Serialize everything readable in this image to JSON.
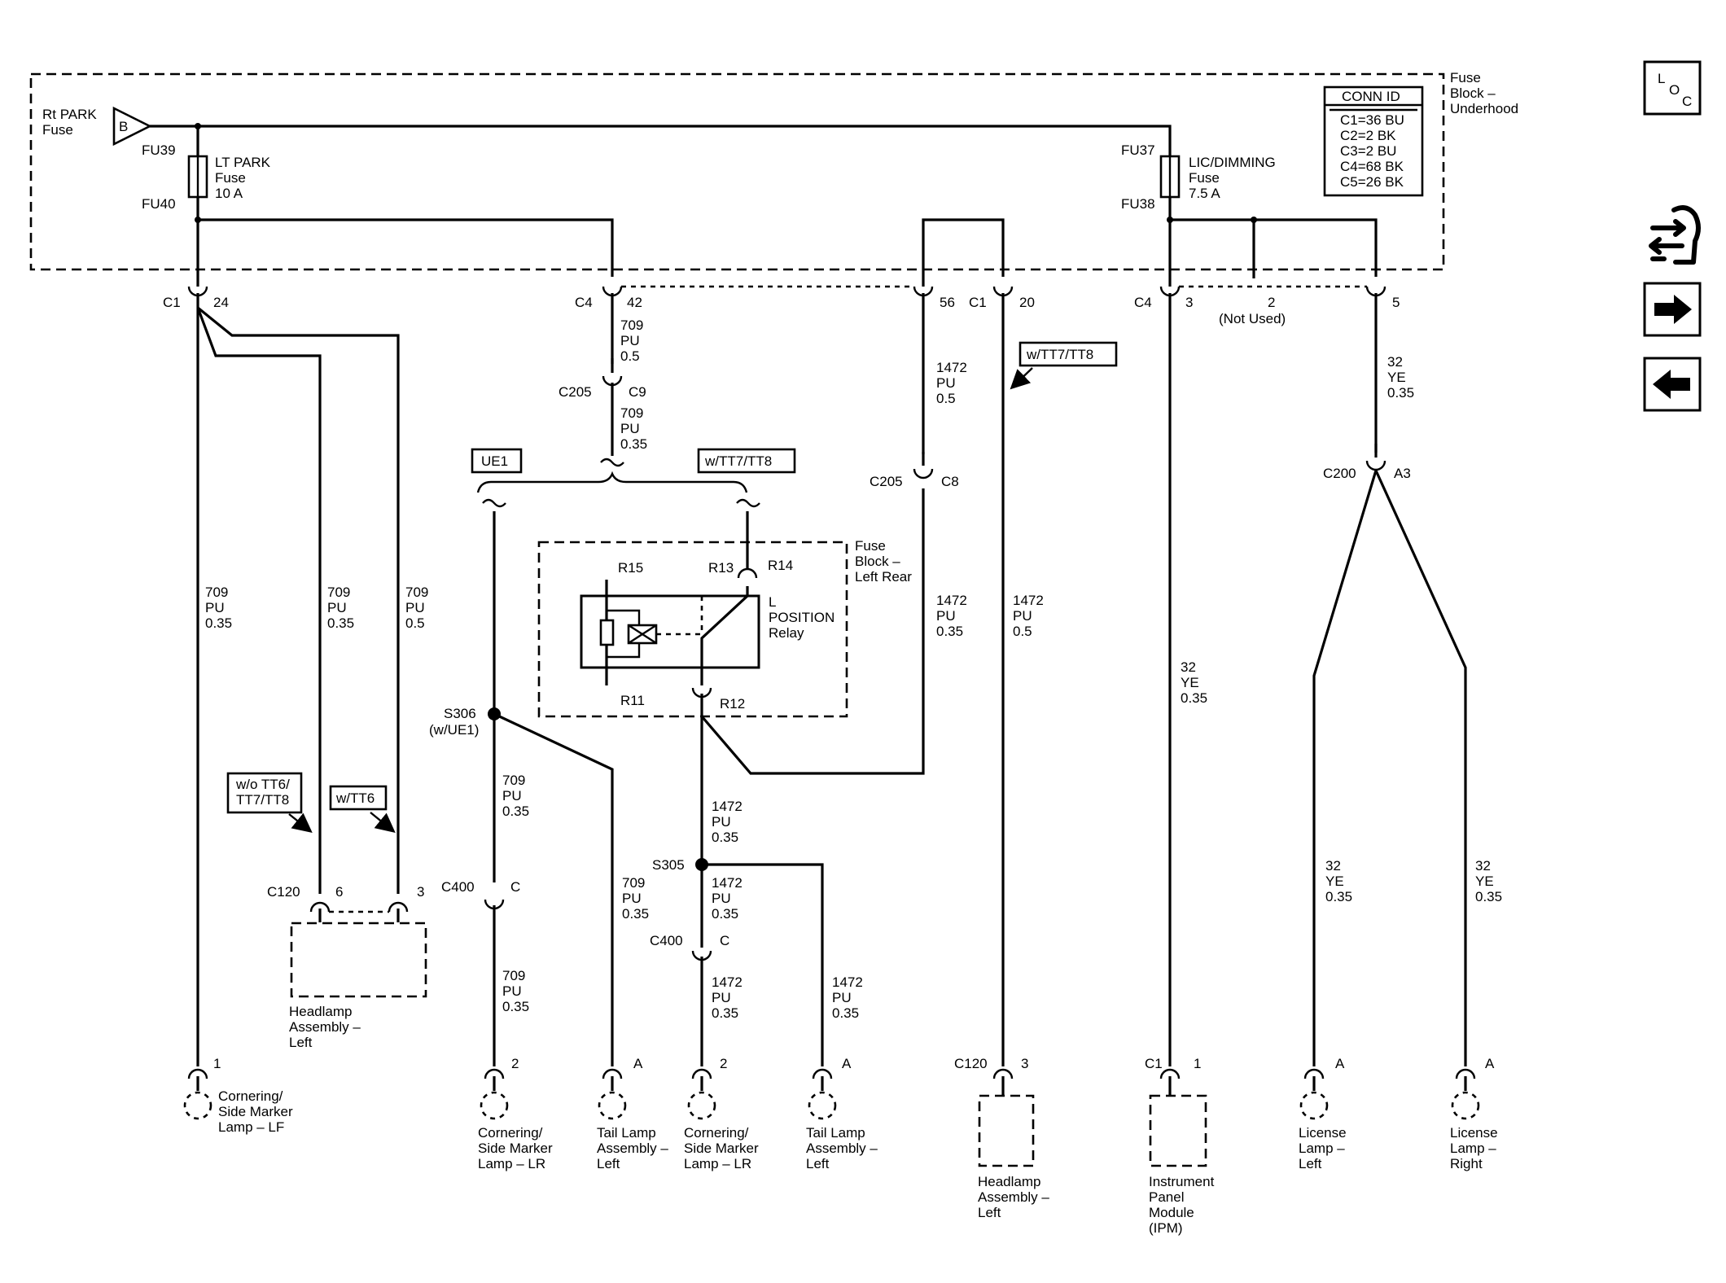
{
  "fuse_block_underhood": {
    "title_line1": "Fuse",
    "title_line2": "Block –",
    "title_line3": "Underhood"
  },
  "conn_id": {
    "header": "CONN ID",
    "rows": [
      "C1=36 BU",
      "C2=2 BK",
      "C3=2 BU",
      "C4=68 BK",
      "C5=26 BK"
    ]
  },
  "rt_park": {
    "line1": "Rt PARK",
    "line2": "Fuse",
    "marker": "B"
  },
  "lt_park_fuse": {
    "top_ref": "FU39",
    "bottom_ref": "FU40",
    "name": "LT PARK",
    "kind": "Fuse",
    "rating": "10 A"
  },
  "lic_dimming_fuse": {
    "top_ref": "FU37",
    "bottom_ref": "FU38",
    "name": "LIC/DIMMING",
    "kind": "Fuse",
    "rating": "7.5 A"
  },
  "connectors_top": {
    "c1_24": {
      "conn": "C1",
      "pin": "24"
    },
    "c4_42": {
      "conn": "C4",
      "pin": "42"
    },
    "c4_56": {
      "pin": "56"
    },
    "c1_20": {
      "conn": "C1",
      "pin": "20"
    },
    "c4_3": {
      "conn": "C4",
      "pin": "3"
    },
    "c4_2": {
      "pin": "2",
      "note": "(Not Used)"
    },
    "c4_5": {
      "pin": "5"
    }
  },
  "c205": {
    "conn": "C205",
    "pin_c9": "C9",
    "pin_c8": "C8"
  },
  "c200": {
    "conn": "C200",
    "pin": "A3"
  },
  "option_tags": {
    "ue1": "UE1",
    "tt7_tt8_a": "w/TT7/TT8",
    "tt7_tt8_b": "w/TT7/TT8",
    "wo_tt6_line1": "w/o TT6/",
    "wo_tt6_line2": "TT7/TT8",
    "w_tt6": "w/TT6"
  },
  "fuse_block_left_rear": {
    "line1": "Fuse",
    "line2": "Block –",
    "line3": "Left Rear"
  },
  "relay": {
    "line1": "L",
    "line2": "POSITION",
    "line3": "Relay",
    "r15": "R15",
    "r13": "R13",
    "r14": "R14",
    "r11": "R11",
    "r12": "R12"
  },
  "splices": {
    "s306": "S306",
    "s306_note": "(w/UE1)",
    "s305": "S305"
  },
  "c400": {
    "a_conn": "C400",
    "a_pin": "C",
    "b_conn": "C400",
    "b_pin": "C"
  },
  "c120_top": {
    "conn": "C120",
    "pin6": "6",
    "pin3": "3"
  },
  "wires": {
    "w709_pu_05_a": [
      "709",
      "PU",
      "0.5"
    ],
    "w709_pu_035_a": [
      "709",
      "PU",
      "0.35"
    ],
    "w709_pu_035_main": [
      "709",
      "PU",
      "0.35"
    ],
    "w709_pu_035_b": [
      "709",
      "PU",
      "0.35"
    ],
    "w709_pu_05_b": [
      "709",
      "PU",
      "0.5"
    ],
    "w709_pu_035_c": [
      "709",
      "PU",
      "0.35"
    ],
    "w709_pu_035_d": [
      "709",
      "PU",
      "0.35"
    ],
    "w709_pu_035_e": [
      "709",
      "PU",
      "0.35"
    ],
    "w1472_pu_05_a": [
      "1472",
      "PU",
      "0.5"
    ],
    "w1472_pu_035_a": [
      "1472",
      "PU",
      "0.35"
    ],
    "w1472_pu_05_b": [
      "1472",
      "PU",
      "0.5"
    ],
    "w1472_pu_035_b": [
      "1472",
      "PU",
      "0.35"
    ],
    "w1472_pu_035_c": [
      "1472",
      "PU",
      "0.35"
    ],
    "w1472_pu_035_d": [
      "1472",
      "PU",
      "0.35"
    ],
    "w1472_pu_035_e": [
      "1472",
      "PU",
      "0.35"
    ],
    "w32_ye_035_a": [
      "32",
      "YE",
      "0.35"
    ],
    "w32_ye_035_b": [
      "32",
      "YE",
      "0.35"
    ],
    "w32_ye_035_c": [
      "32",
      "YE",
      "0.35"
    ],
    "w32_ye_035_d": [
      "32",
      "YE",
      "0.35"
    ]
  },
  "components": {
    "cornering_lf": {
      "pin": "1",
      "lines": [
        "Cornering/",
        "Side Marker",
        "Lamp – LF"
      ]
    },
    "headlamp_left_a": {
      "lines": [
        "Headlamp",
        "Assembly –",
        "Left"
      ]
    },
    "cornering_lr_a": {
      "pin": "2",
      "lines": [
        "Cornering/",
        "Side Marker",
        "Lamp – LR"
      ]
    },
    "tail_left_a": {
      "pin": "A",
      "lines": [
        "Tail Lamp",
        "Assembly –",
        "Left"
      ]
    },
    "cornering_lr_b": {
      "pin": "2",
      "lines": [
        "Cornering/",
        "Side Marker",
        "Lamp – LR"
      ]
    },
    "tail_left_b": {
      "pin": "A",
      "lines": [
        "Tail Lamp",
        "Assembly –",
        "Left"
      ]
    },
    "headlamp_left_b": {
      "conn": "C120",
      "pin": "3",
      "lines": [
        "Headlamp",
        "Assembly –",
        "Left"
      ]
    },
    "ipm": {
      "conn": "C1",
      "pin": "1",
      "lines": [
        "Instrument",
        "Panel",
        "Module",
        "(IPM)"
      ]
    },
    "license_left": {
      "pin": "A",
      "lines": [
        "License",
        "Lamp –",
        "Left"
      ]
    },
    "license_right": {
      "pin": "A",
      "lines": [
        "License",
        "Lamp –",
        "Right"
      ]
    }
  },
  "nav": {
    "loc_l": "L",
    "loc_o": "O",
    "loc_c": "C"
  }
}
